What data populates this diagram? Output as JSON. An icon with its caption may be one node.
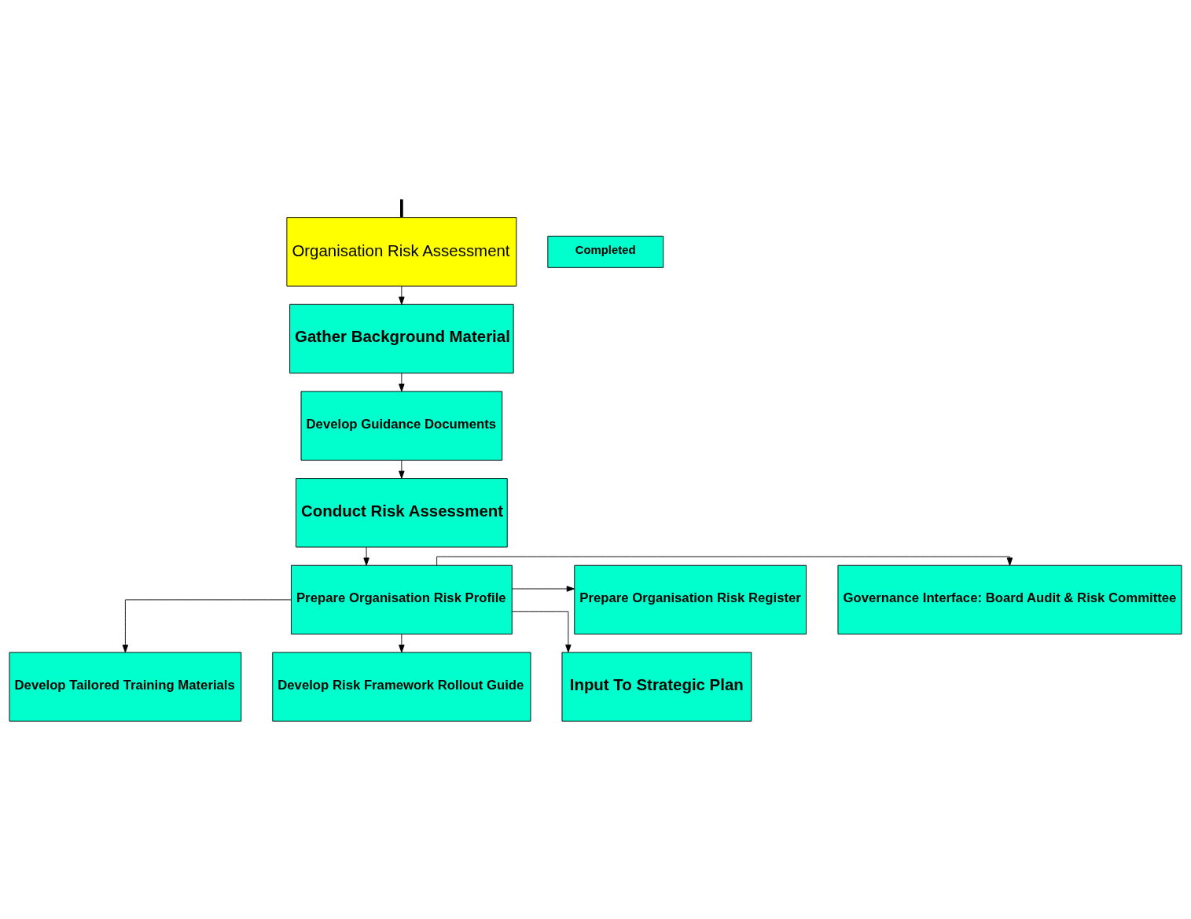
{
  "diagram": {
    "nodes": [
      {
        "text": [
          "Organisation Risk Assessment"
        ]
      },
      {
        "text": [
          "Gather Background Material"
        ]
      },
      {
        "text": [
          "Develop Guidance Documents"
        ]
      },
      {
        "text": [
          "Conduct Risk Assessment"
        ]
      },
      {
        "text": [
          "Governance Interface: Board Audit & Risk Committee"
        ]
      },
      {
        "text": [
          "Prepare Organisation Risk Profile"
        ]
      },
      {
        "text": [
          "Prepare Organisation Risk Register"
        ]
      },
      {
        "text": [
          "Develop Tailored Training Materials"
        ]
      },
      {
        "text": [
          "Develop Risk Framework Rollout Guide"
        ]
      },
      {
        "text": [
          "Input To Strategic Plan"
        ]
      }
    ],
    "edges": [
      {
        "from": null,
        "to": 0,
        "arrow": "none",
        "style": "thick"
      },
      {
        "from": 0,
        "to": 1,
        "arrow": "to"
      },
      {
        "from": 1,
        "to": 2,
        "arrow": "to"
      },
      {
        "from": 2,
        "to": 3,
        "arrow": "to"
      },
      {
        "from": 3,
        "to": 5,
        "arrow": "to"
      },
      {
        "from": 5,
        "to": 4,
        "arrow": "to"
      },
      {
        "from": 5,
        "to": 6,
        "arrow": "to"
      },
      {
        "from": 5,
        "to": 7,
        "arrow": "to"
      },
      {
        "from": 5,
        "to": 8,
        "arrow": "to"
      },
      {
        "from": 5,
        "to": 9,
        "arrow": "to"
      }
    ],
    "legend": [
      {
        "text": "Completed",
        "color": "#00ffcc"
      }
    ]
  }
}
